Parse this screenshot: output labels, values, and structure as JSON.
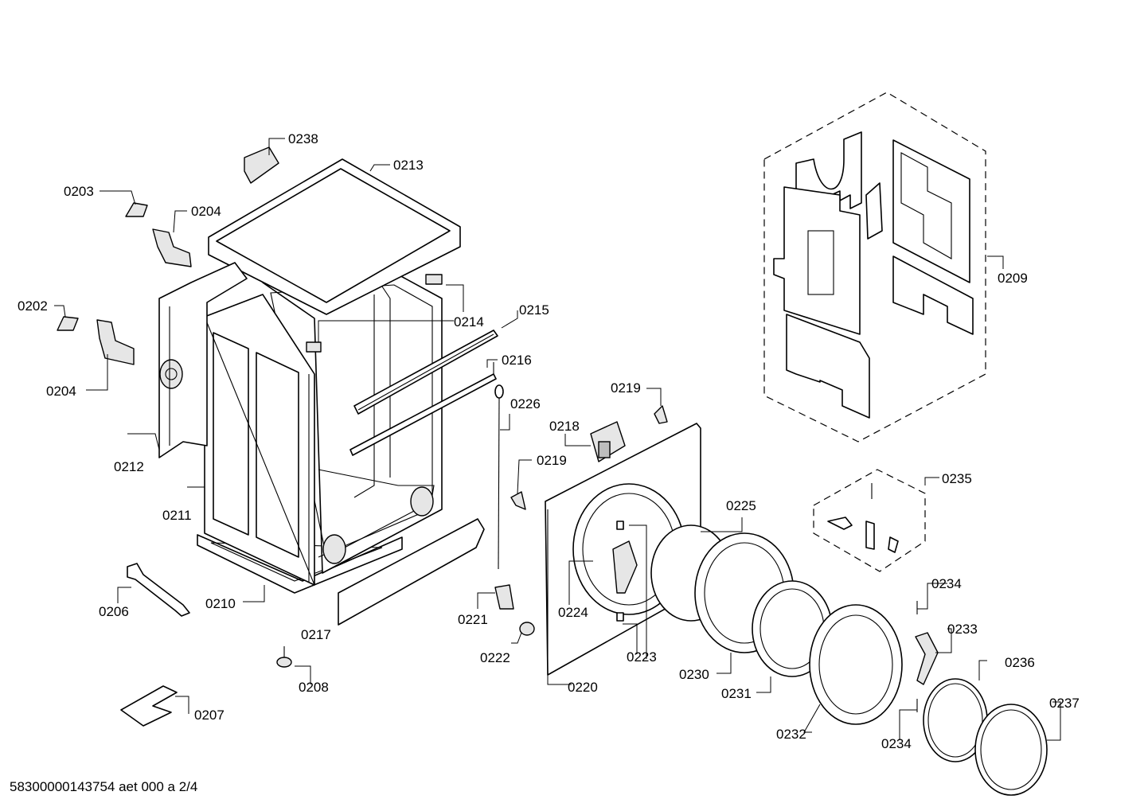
{
  "document_ref": "58300000143754 aet 000 a 2/4",
  "labels": {
    "p0202": "0202",
    "p0203": "0203",
    "p0204a": "0204",
    "p0204b": "0204",
    "p0206": "0206",
    "p0207": "0207",
    "p0208": "0208",
    "p0209": "0209",
    "p0210": "0210",
    "p0211": "0211",
    "p0212": "0212",
    "p0213": "0213",
    "p0214": "0214",
    "p0215": "0215",
    "p0216": "0216",
    "p0217": "0217",
    "p0218": "0218",
    "p0219a": "0219",
    "p0219b": "0219",
    "p0220": "0220",
    "p0221": "0221",
    "p0222": "0222",
    "p0223": "0223",
    "p0224": "0224",
    "p0225": "0225",
    "p0226": "0226",
    "p0230": "0230",
    "p0231": "0231",
    "p0232": "0232",
    "p0233": "0233",
    "p0234a": "0234",
    "p0234b": "0234",
    "p0235": "0235",
    "p0236": "0236",
    "p0237": "0237",
    "p0238": "0238"
  }
}
